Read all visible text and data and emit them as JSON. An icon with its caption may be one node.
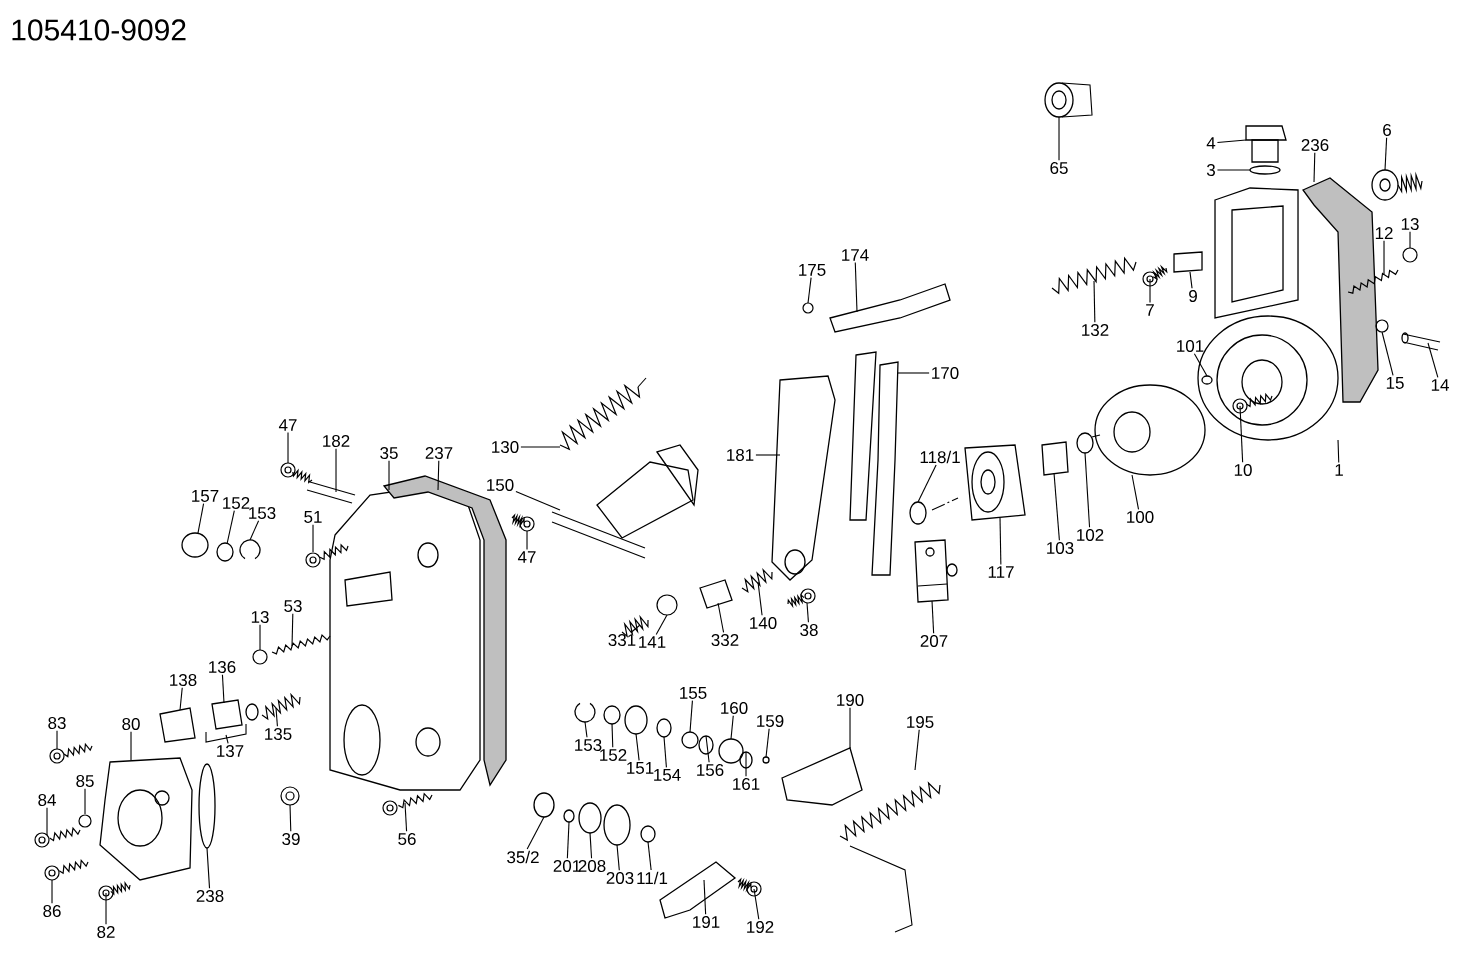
{
  "diagram": {
    "title": "105410-9092",
    "nodes": [
      {
        "text": [
          "65"
        ]
      },
      {
        "text": [
          "4"
        ]
      },
      {
        "text": [
          "3"
        ]
      },
      {
        "text": [
          "236"
        ]
      },
      {
        "text": [
          "6"
        ]
      },
      {
        "text": [
          "13"
        ]
      },
      {
        "text": [
          "12"
        ]
      },
      {
        "text": [
          "174"
        ]
      },
      {
        "text": [
          "175"
        ]
      },
      {
        "text": [
          "132"
        ]
      },
      {
        "text": [
          "7"
        ]
      },
      {
        "text": [
          "9"
        ]
      },
      {
        "text": [
          "101"
        ]
      },
      {
        "text": [
          "170"
        ]
      },
      {
        "text": [
          "15"
        ]
      },
      {
        "text": [
          "14"
        ]
      },
      {
        "text": [
          "130"
        ]
      },
      {
        "text": [
          "181"
        ]
      },
      {
        "text": [
          "118/1"
        ]
      },
      {
        "text": [
          "10"
        ]
      },
      {
        "text": [
          "1"
        ]
      },
      {
        "text": [
          "47"
        ]
      },
      {
        "text": [
          "182"
        ]
      },
      {
        "text": [
          "35"
        ]
      },
      {
        "text": [
          "237"
        ]
      },
      {
        "text": [
          "150"
        ]
      },
      {
        "text": [
          "157"
        ]
      },
      {
        "text": [
          "152"
        ]
      },
      {
        "text": [
          "153"
        ]
      },
      {
        "text": [
          "51"
        ]
      },
      {
        "text": [
          "100"
        ]
      },
      {
        "text": [
          "102"
        ]
      },
      {
        "text": [
          "103"
        ]
      },
      {
        "text": [
          "117"
        ]
      },
      {
        "text": [
          "47"
        ]
      },
      {
        "text": [
          "38"
        ]
      },
      {
        "text": [
          "207"
        ]
      },
      {
        "text": [
          "53"
        ]
      },
      {
        "text": [
          "13"
        ]
      },
      {
        "text": [
          "331"
        ]
      },
      {
        "text": [
          "141"
        ]
      },
      {
        "text": [
          "332"
        ]
      },
      {
        "text": [
          "140"
        ]
      },
      {
        "text": [
          "138"
        ]
      },
      {
        "text": [
          "136"
        ]
      },
      {
        "text": [
          "137"
        ]
      },
      {
        "text": [
          "135"
        ]
      },
      {
        "text": [
          "83"
        ]
      },
      {
        "text": [
          "80"
        ]
      },
      {
        "text": [
          "190"
        ]
      },
      {
        "text": [
          "155"
        ]
      },
      {
        "text": [
          "160"
        ]
      },
      {
        "text": [
          "159"
        ]
      },
      {
        "text": [
          "195"
        ]
      },
      {
        "text": [
          "153"
        ]
      },
      {
        "text": [
          "152"
        ]
      },
      {
        "text": [
          "151"
        ]
      },
      {
        "text": [
          "154"
        ]
      },
      {
        "text": [
          "156"
        ]
      },
      {
        "text": [
          "161"
        ]
      },
      {
        "text": [
          "85"
        ]
      },
      {
        "text": [
          "84"
        ]
      },
      {
        "text": [
          "39"
        ]
      },
      {
        "text": [
          "56"
        ]
      },
      {
        "text": [
          "35/2"
        ]
      },
      {
        "text": [
          "201"
        ]
      },
      {
        "text": [
          "208"
        ]
      },
      {
        "text": [
          "203"
        ]
      },
      {
        "text": [
          "11/1"
        ]
      },
      {
        "text": [
          "238"
        ]
      },
      {
        "text": [
          "86"
        ]
      },
      {
        "text": [
          "82"
        ]
      },
      {
        "text": [
          "191"
        ]
      },
      {
        "text": [
          "192"
        ]
      },
      {
        "text": [],
        "shape": "picture"
      },
      {
        "text": [],
        "shape": "picture"
      },
      {
        "text": [],
        "shape": "circle"
      },
      {
        "text": [],
        "shape": "picture"
      },
      {
        "text": [],
        "shape": "picture"
      },
      {
        "text": [],
        "shape": "circle"
      },
      {
        "text": [],
        "shape": "picture"
      },
      {
        "text": [],
        "shape": "box"
      },
      {
        "text": [],
        "shape": "circle"
      },
      {
        "text": [],
        "shape": "picture"
      },
      {
        "text": [],
        "shape": "picture"
      },
      {
        "text": [],
        "shape": "box"
      },
      {
        "text": [],
        "shape": "circle",
        "in": 94
      },
      {
        "text": [],
        "shape": "picture"
      },
      {
        "text": [],
        "shape": "circle"
      },
      {
        "text": [],
        "shape": "picture"
      },
      {
        "text": [],
        "shape": "picture"
      },
      {
        "text": [],
        "shape": "picture"
      },
      {
        "text": [],
        "shape": "circle"
      },
      {
        "text": [],
        "shape": "picture",
        "in": 94
      },
      {
        "text": [],
        "shape": "picture"
      },
      {
        "text": [],
        "shape": "picture"
      },
      {
        "text": [],
        "shape": "picture"
      },
      {
        "text": [],
        "shape": "picture"
      },
      {
        "text": [],
        "shape": "picture"
      },
      {
        "text": [],
        "shape": "picture"
      },
      {
        "text": [],
        "shape": "circle"
      },
      {
        "text": [],
        "shape": "circle"
      },
      {
        "text": [],
        "shape": "picture"
      },
      {
        "text": [],
        "shape": "picture"
      },
      {
        "text": [],
        "shape": "picture"
      },
      {
        "text": [],
        "shape": "circle"
      },
      {
        "text": [],
        "shape": "box"
      },
      {
        "text": [],
        "shape": "picture"
      },
      {
        "text": [],
        "shape": "picture"
      },
      {
        "text": [],
        "shape": "picture"
      },
      {
        "text": [],
        "shape": "picture"
      },
      {
        "text": [],
        "shape": "picture"
      },
      {
        "text": [],
        "shape": "circle"
      },
      {
        "text": [],
        "shape": "picture"
      },
      {
        "text": [],
        "shape": "circle"
      },
      {
        "text": [],
        "shape": "box"
      },
      {
        "text": [],
        "shape": "picture"
      },
      {
        "text": [],
        "shape": "box"
      },
      {
        "text": [],
        "shape": "box"
      },
      {
        "text": [],
        "shape": "picture"
      },
      {
        "text": [],
        "shape": "picture"
      },
      {
        "text": [],
        "shape": "picture"
      },
      {
        "text": [],
        "shape": "picture"
      },
      {
        "text": [],
        "shape": "box"
      },
      {
        "text": [],
        "shape": "circle"
      },
      {
        "text": [],
        "shape": "circle"
      },
      {
        "text": [],
        "shape": "circle"
      },
      {
        "text": [],
        "shape": "picture"
      },
      {
        "text": [],
        "shape": "picture"
      },
      {
        "text": [],
        "shape": "circle"
      },
      {
        "text": [],
        "shape": "circle"
      },
      {
        "text": [],
        "shape": "circle"
      },
      {
        "text": [],
        "shape": "circle"
      },
      {
        "text": [],
        "shape": "circle"
      },
      {
        "text": [],
        "shape": "circle"
      },
      {
        "text": [],
        "shape": "picture"
      },
      {
        "text": [],
        "shape": "picture"
      },
      {
        "text": [],
        "shape": "picture"
      },
      {
        "text": [],
        "shape": "circle"
      },
      {
        "text": [],
        "shape": "circle"
      },
      {
        "text": [],
        "shape": "circle"
      },
      {
        "text": [],
        "shape": "circle"
      },
      {
        "text": [],
        "shape": "circle"
      },
      {
        "text": [],
        "shape": "circle"
      },
      {
        "text": [],
        "shape": "picture"
      },
      {
        "text": [],
        "shape": "picture"
      },
      {
        "text": [],
        "shape": "box"
      },
      {
        "text": [],
        "shape": "picture"
      }
    ],
    "edges": [
      {
        "from": 0,
        "to": 74,
        "arrow": "none"
      },
      {
        "from": 1,
        "to": 75,
        "arrow": "none"
      },
      {
        "from": 2,
        "to": 76,
        "arrow": "none"
      },
      {
        "from": 3,
        "to": 77,
        "arrow": "none"
      },
      {
        "from": 4,
        "to": 78,
        "arrow": "none"
      },
      {
        "from": 5,
        "to": 79,
        "arrow": "none"
      },
      {
        "from": 6,
        "to": 80,
        "arrow": "none"
      },
      {
        "from": 7,
        "to": 81,
        "arrow": "none"
      },
      {
        "from": 8,
        "to": 82,
        "arrow": "none"
      },
      {
        "from": 9,
        "to": 83,
        "arrow": "none"
      },
      {
        "from": 10,
        "to": 84,
        "arrow": "none"
      },
      {
        "from": 11,
        "to": 85,
        "arrow": "none"
      },
      {
        "from": 12,
        "to": 86,
        "arrow": "none"
      },
      {
        "from": 13,
        "to": 87,
        "arrow": "none"
      },
      {
        "from": 14,
        "to": 88,
        "arrow": "none"
      },
      {
        "from": 15,
        "to": 89,
        "arrow": "none"
      },
      {
        "from": 16,
        "to": 90,
        "arrow": "none"
      },
      {
        "from": 17,
        "to": 91,
        "arrow": "none"
      },
      {
        "from": 18,
        "to": 92,
        "arrow": "none"
      },
      {
        "from": 19,
        "to": 93,
        "arrow": "none"
      },
      {
        "from": 20,
        "to": 94,
        "arrow": "none"
      },
      {
        "from": 21,
        "to": 95,
        "arrow": "none"
      },
      {
        "from": 22,
        "to": 96,
        "arrow": "none"
      },
      {
        "from": 23,
        "to": 97,
        "arrow": "none"
      },
      {
        "from": 24,
        "to": 98,
        "arrow": "none"
      },
      {
        "from": 25,
        "to": 99,
        "arrow": "none"
      },
      {
        "from": 26,
        "to": 100,
        "arrow": "none"
      },
      {
        "from": 27,
        "to": 101,
        "arrow": "none"
      },
      {
        "from": 28,
        "to": 102,
        "arrow": "none"
      },
      {
        "from": 29,
        "to": 103,
        "arrow": "none"
      },
      {
        "from": 30,
        "to": 104,
        "arrow": "none"
      },
      {
        "from": 31,
        "to": 105,
        "arrow": "none"
      },
      {
        "from": 32,
        "to": 106,
        "arrow": "none"
      },
      {
        "from": 33,
        "to": 107,
        "arrow": "none"
      },
      {
        "from": 34,
        "to": 108,
        "arrow": "none"
      },
      {
        "from": 35,
        "to": 109,
        "arrow": "none"
      },
      {
        "from": 36,
        "to": 110,
        "arrow": "none"
      },
      {
        "from": 37,
        "to": 111,
        "arrow": "none"
      },
      {
        "from": 38,
        "to": 112,
        "arrow": "none"
      },
      {
        "from": 39,
        "to": 113,
        "arrow": "none"
      },
      {
        "from": 40,
        "to": 114,
        "arrow": "none"
      },
      {
        "from": 41,
        "to": 115,
        "arrow": "none"
      },
      {
        "from": 42,
        "to": 116,
        "arrow": "none"
      },
      {
        "from": 43,
        "to": 117,
        "arrow": "none"
      },
      {
        "from": 44,
        "to": 118,
        "arrow": "none"
      },
      {
        "from": 45,
        "to": 119,
        "arrow": "none"
      },
      {
        "from": 46,
        "to": 120,
        "arrow": "none"
      },
      {
        "from": 47,
        "to": 121,
        "arrow": "none"
      },
      {
        "from": 48,
        "to": 122,
        "arrow": "none"
      },
      {
        "from": 49,
        "to": 123,
        "arrow": "none"
      },
      {
        "from": 50,
        "to": 124,
        "arrow": "none"
      },
      {
        "from": 51,
        "to": 125,
        "arrow": "none"
      },
      {
        "from": 52,
        "to": 126,
        "arrow": "none"
      },
      {
        "from": 53,
        "to": 127,
        "arrow": "none"
      },
      {
        "from": 54,
        "to": 128,
        "arrow": "none"
      },
      {
        "from": 55,
        "to": 129,
        "arrow": "none"
      },
      {
        "from": 56,
        "to": 130,
        "arrow": "none"
      },
      {
        "from": 57,
        "to": 131,
        "arrow": "none"
      },
      {
        "from": 58,
        "to": 132,
        "arrow": "none"
      },
      {
        "from": 59,
        "to": 133,
        "arrow": "none"
      },
      {
        "from": 60,
        "to": 134,
        "arrow": "none"
      },
      {
        "from": 61,
        "to": 135,
        "arrow": "none"
      },
      {
        "from": 62,
        "to": 136,
        "arrow": "none"
      },
      {
        "from": 63,
        "to": 137,
        "arrow": "none"
      },
      {
        "from": 64,
        "to": 138,
        "arrow": "none"
      },
      {
        "from": 65,
        "to": 139,
        "arrow": "none"
      },
      {
        "from": 66,
        "to": 140,
        "arrow": "none"
      },
      {
        "from": 67,
        "to": 141,
        "arrow": "none"
      },
      {
        "from": 68,
        "to": 142,
        "arrow": "none"
      },
      {
        "from": 69,
        "to": 143,
        "arrow": "none"
      },
      {
        "from": 70,
        "to": 144,
        "arrow": "none"
      },
      {
        "from": 71,
        "to": 145,
        "arrow": "none"
      },
      {
        "from": 72,
        "to": 146,
        "arrow": "none"
      },
      {
        "from": 73,
        "to": 147,
        "arrow": "none"
      }
    ]
  }
}
